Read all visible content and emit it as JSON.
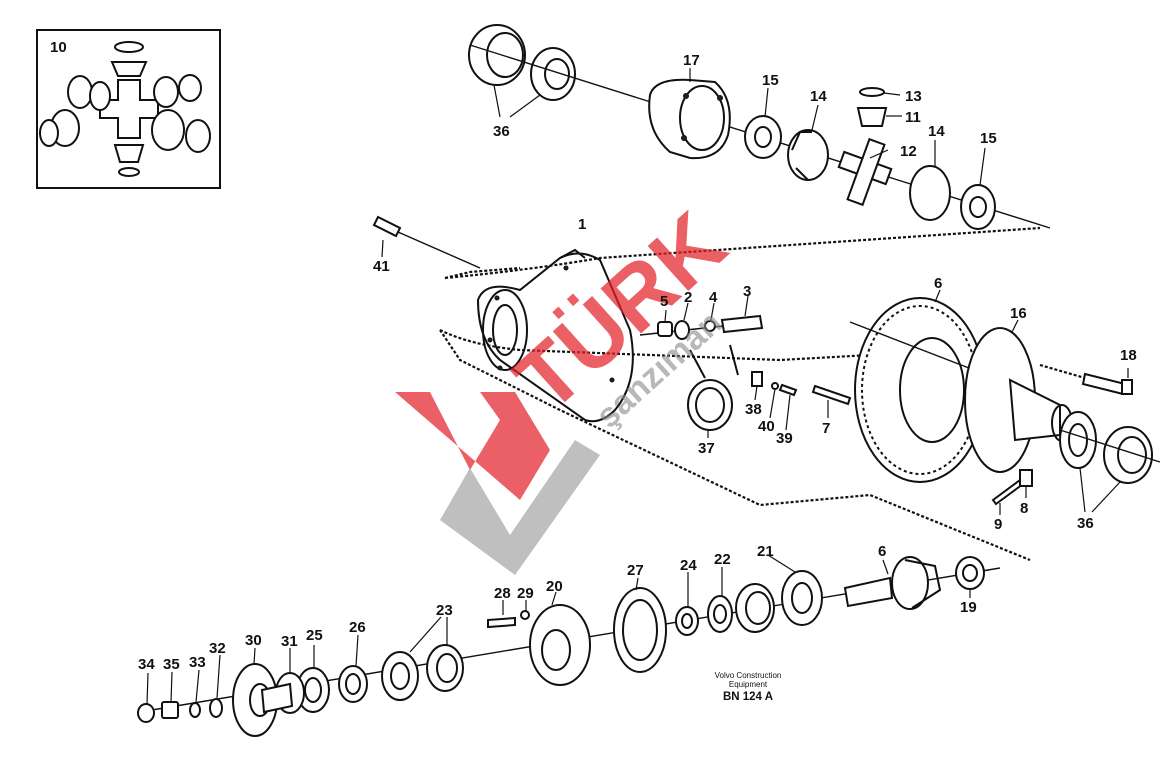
{
  "diagram": {
    "part_numbers": {
      "p1": "1",
      "p2": "2",
      "p3": "3",
      "p4": "4",
      "p5": "5",
      "p6a": "6",
      "p6b": "6",
      "p7": "7",
      "p8": "8",
      "p9": "9",
      "p10": "10",
      "p11": "11",
      "p12": "12",
      "p13": "13",
      "p14a": "14",
      "p14b": "14",
      "p15a": "15",
      "p15b": "15",
      "p16": "16",
      "p17": "17",
      "p18": "18",
      "p19": "19",
      "p20": "20",
      "p21": "21",
      "p22": "22",
      "p23": "23",
      "p24": "24",
      "p25": "25",
      "p26": "26",
      "p27": "27",
      "p28": "28",
      "p29": "29",
      "p30": "30",
      "p31": "31",
      "p32": "32",
      "p33": "33",
      "p34": "34",
      "p35": "35",
      "p36a": "36",
      "p36b": "36",
      "p37": "37",
      "p38": "38",
      "p39": "39",
      "p40": "40",
      "p41": "41"
    },
    "caption": {
      "line1": "Volvo Construction",
      "line2": "Equipment",
      "code": "BN 124 A"
    },
    "watermark": {
      "brand": "TÜRK",
      "sub": "şanzıman"
    }
  }
}
